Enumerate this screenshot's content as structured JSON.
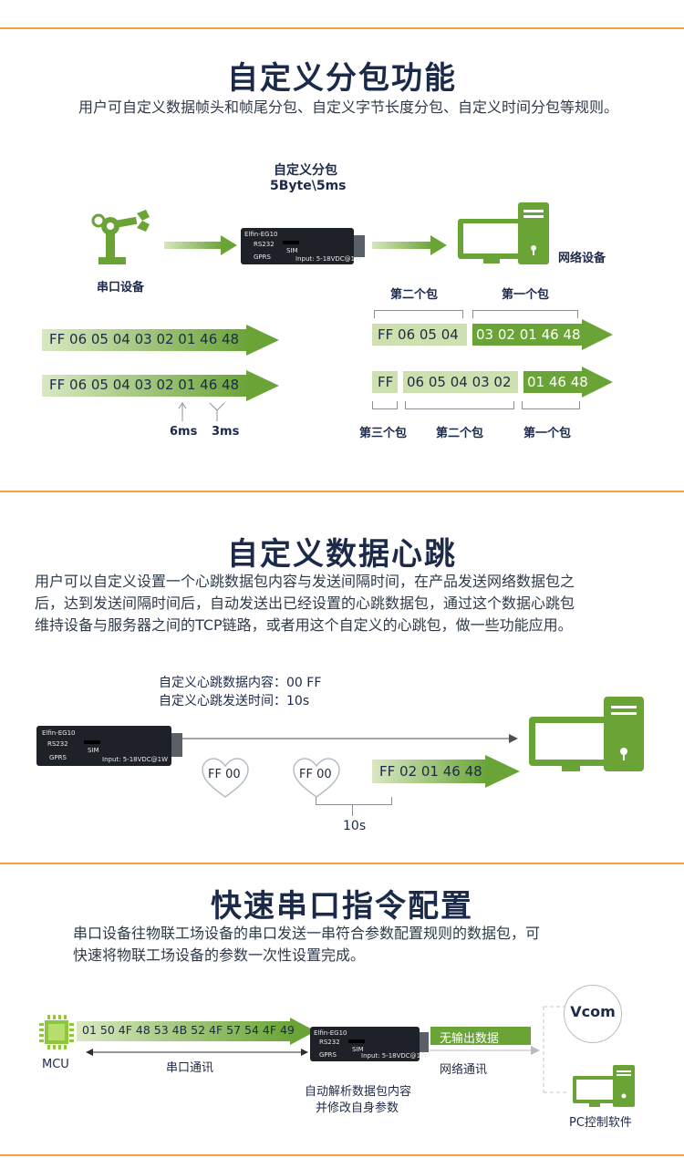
{
  "section1": {
    "title": "自定义分包功能",
    "desc": "用户可自定义数据帧头和帧尾分包、自定义字节长度分包、自定义时间分包等规则。",
    "packet_label_line1": "自定义分包",
    "packet_label_line2": "5Byte\\5ms",
    "serial_device_label": "串口设备",
    "network_device_label": "网络设备",
    "row1_data": "FF 06 05 04 03 02 01 46 48",
    "row2_data": "FF 06 05 04 03 02 01 46 48",
    "time_6ms": "6ms",
    "time_3ms": "3ms",
    "top_second_label": "第二个包",
    "top_first_label": "第一个包",
    "top_box_a": "FF 06 05 04",
    "top_box_b": "03 02 01 46 48",
    "bot_box_a": "FF",
    "bot_box_b": "06 05 04 03 02",
    "bot_box_c": "01 46 48",
    "bot_third_label": "第三个包",
    "bot_second_label": "第二个包",
    "bot_first_label": "第一个包"
  },
  "section2": {
    "title": "自定义数据心跳",
    "desc_line1": "用户可以自定义设置一个心跳数据包内容与发送间隔时间，在产品发送网络数据包之",
    "desc_line2": "后，达到发送间隔时间后，自动发送出已经设置的心跳数据包，通过这个数据心跳包",
    "desc_line3": "维持设备与服务器之间的TCP链路，或者用这个自定义的心跳包，做一些功能应用。",
    "content_label": "自定义心跳数据内容：00 FF",
    "time_label": "自定义心跳发送时间：10s",
    "heart1": "FF 00",
    "heart2": "FF 00",
    "band_data": "FF 02 01 46 48",
    "interval": "10s"
  },
  "section3": {
    "title": "快速串口指令配置",
    "desc_line1": "串口设备往物联工场设备的串口发送一串符合参数配置规则的数据包，可",
    "desc_line2": "快速将物联工场设备的参数一次性设置完成。",
    "band_data": "01 50 4F 48 53 4B 52 4F 57 54 4F 49",
    "mcu_label": "MCU",
    "serial_comm_label": "串口通讯",
    "no_output_label": "无输出数据",
    "net_comm_label": "网络通讯",
    "parse_line1": "自动解析数据包内容",
    "parse_line2": "并修改自身参数",
    "vcom_label": "Vcom",
    "pc_label": "PC控制软件"
  },
  "device": {
    "brand": "Elfin-EG10",
    "rs232": "RS232",
    "gprs": "GPRS",
    "sim": "SIM",
    "input": "Input: 5-18VDC@1W"
  },
  "colors": {
    "accent": "#f0a33a",
    "green": "#6aa437",
    "green_light": "#cfe0b0",
    "title": "#1c2a4a"
  }
}
